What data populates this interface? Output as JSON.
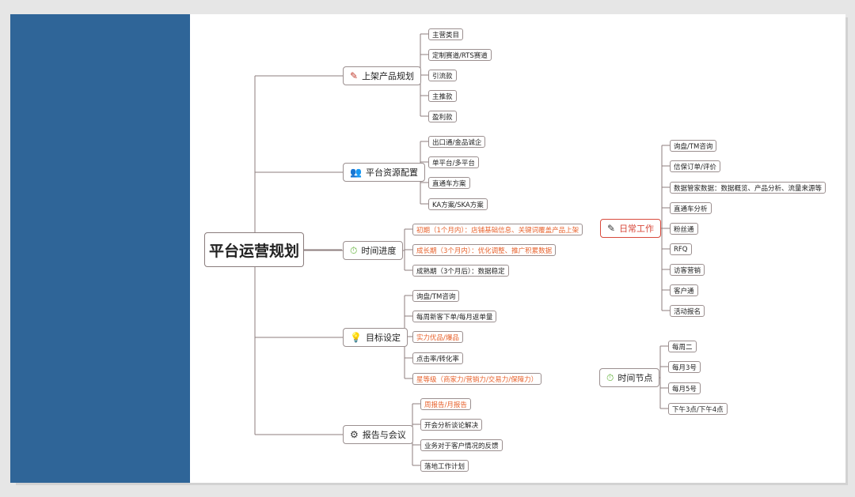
{
  "root": {
    "label": "平台运营规划"
  },
  "branches": [
    {
      "id": "listing",
      "label": "上架产品规划",
      "icon": "pencil-icon",
      "icon_glyph": "✎",
      "icon_color": "#c0392b",
      "items": [
        {
          "label": "主营类目"
        },
        {
          "label": "定制赛道/RTS赛道"
        },
        {
          "label": "引流款"
        },
        {
          "label": "主推款"
        },
        {
          "label": "盈利款"
        }
      ]
    },
    {
      "id": "resources",
      "label": "平台资源配置",
      "icon": "people-icon",
      "icon_glyph": "👥",
      "icon_color": "#3b8fd4",
      "items": [
        {
          "label": "出口通/金品诚企"
        },
        {
          "label": "单平台/多平台"
        },
        {
          "label": "直通车方案"
        },
        {
          "label": "KA方案/SKA方案"
        }
      ]
    },
    {
      "id": "schedule",
      "label": "时间进度",
      "icon": "stopwatch-icon",
      "icon_glyph": "⏱",
      "icon_color": "#5aae2f",
      "items": [
        {
          "label": "初期（1个月内）：店铺基础信息、关键词覆盖产品上架",
          "highlight": true
        },
        {
          "label": "成长期（3个月内）：优化调整、推广积累数据",
          "highlight": true
        },
        {
          "label": "成熟期（3个月后）：数据稳定"
        }
      ]
    },
    {
      "id": "goals",
      "label": "目标设定",
      "icon": "lightbulb-icon",
      "icon_glyph": "💡",
      "icon_color": "#e8622c",
      "items": [
        {
          "label": "询盘/TM咨询"
        },
        {
          "label": "每周新客下单/每月返单量"
        },
        {
          "label": "实力优品/爆品",
          "highlight": true
        },
        {
          "label": "点击率/转化率"
        },
        {
          "label": "星等级（商家力/营销力/交易力/保障力）",
          "highlight": true
        }
      ]
    },
    {
      "id": "reports",
      "label": "报告与会议",
      "icon": "gear-icon",
      "icon_glyph": "⚙",
      "icon_color": "#333333",
      "items": [
        {
          "label": "周报告/月报告",
          "highlight": true
        },
        {
          "label": "开会分析谈论解决"
        },
        {
          "label": "业务对于客户情况的反馈"
        },
        {
          "label": "落地工作计划"
        }
      ]
    }
  ],
  "floating": [
    {
      "id": "daily",
      "label": "日常工作",
      "icon": "pencil-icon",
      "icon_glyph": "✎",
      "icon_color": "#333333",
      "accent": "#d84a3c",
      "items": [
        {
          "label": "询盘/TM咨询"
        },
        {
          "label": "信保订单/评价"
        },
        {
          "label": "数据管家数据：数据概览、产品分析、流量来源等"
        },
        {
          "label": "直通车分析"
        },
        {
          "label": "粉丝通"
        },
        {
          "label": "RFQ"
        },
        {
          "label": "访客营销"
        },
        {
          "label": "客户通"
        },
        {
          "label": "活动报名"
        }
      ]
    },
    {
      "id": "timeline",
      "label": "时间节点",
      "icon": "stopwatch-icon",
      "icon_glyph": "⏱",
      "icon_color": "#5aae2f",
      "items": [
        {
          "label": "每周二"
        },
        {
          "label": "每月3号"
        },
        {
          "label": "每月5号"
        },
        {
          "label": "下午3点/下午4点"
        }
      ]
    }
  ],
  "colors": {
    "sidebar": "#2f6598",
    "connector": "#8e7d7d",
    "highlight_text": "#e8622c"
  }
}
